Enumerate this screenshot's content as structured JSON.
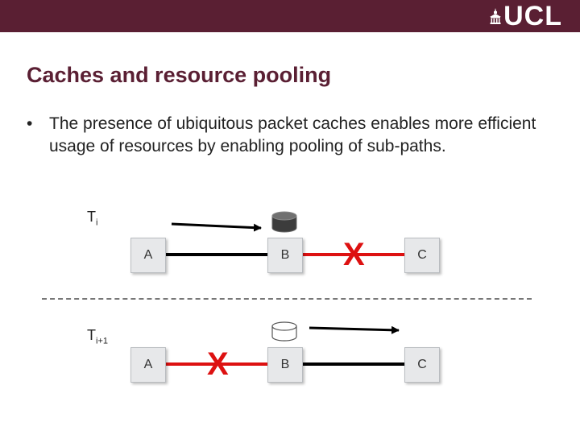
{
  "header": {
    "logo_text": "UCL",
    "brand_color": "#5a1f33"
  },
  "slide": {
    "title": "Caches and resource pooling",
    "bullet_marker": "•",
    "bullet_text": "The presence of ubiquitous packet caches enables more efficient usage of resources by enabling pooling of sub-paths."
  },
  "diagram": {
    "top": {
      "time_base": "T",
      "time_sub": "i",
      "nodes": [
        "A",
        "B",
        "C"
      ],
      "failure_marker": "X",
      "cache_icon": "cache-database-icon-filled"
    },
    "bottom": {
      "time_base": "T",
      "time_sub": "i+1",
      "nodes": [
        "A",
        "B",
        "C"
      ],
      "failure_marker": "X",
      "cache_icon": "cache-database-icon-empty"
    },
    "colors": {
      "failed_link": "#dd1111",
      "working_link": "#000000",
      "node_fill": "#e7e8ea"
    }
  }
}
